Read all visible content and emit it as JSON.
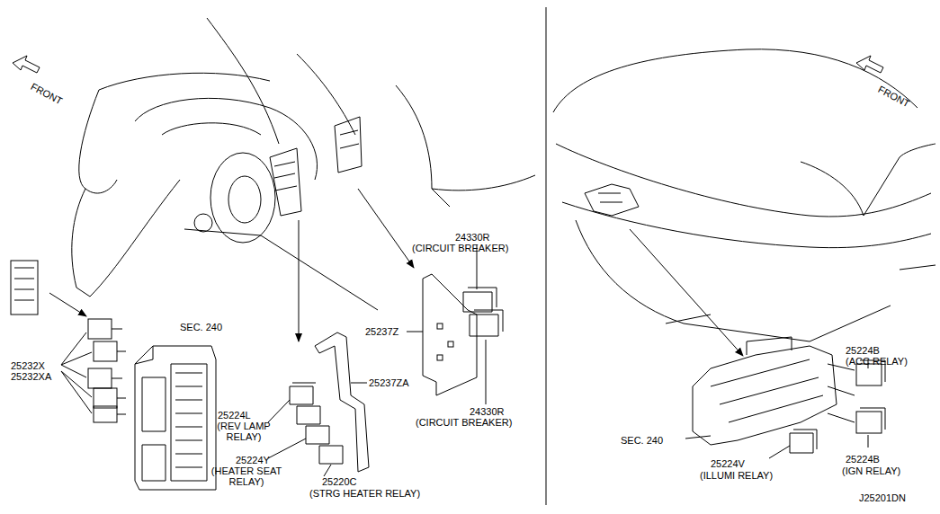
{
  "diagram": {
    "labels": [
      "FRONT",
      "FRONT",
      "SEC. 240",
      "25232X",
      "25232XA",
      "24330R",
      "(CIRCUIT BREAKER)",
      "25237Z",
      "25237ZA",
      "24330R",
      "(CIRCUIT BREAKER)",
      "25224L",
      "(REV LAMP RELAY)",
      "25224Y",
      "(HEATER SEAT RELAY)",
      "25220C",
      "(STRG HEATER RELAY)",
      "25224B",
      "(ACC RELAY)",
      "25224B",
      "(IGN RELAY)",
      "SEC. 240",
      "25224V",
      "(ILLUMI RELAY)",
      "J25201DN"
    ]
  }
}
